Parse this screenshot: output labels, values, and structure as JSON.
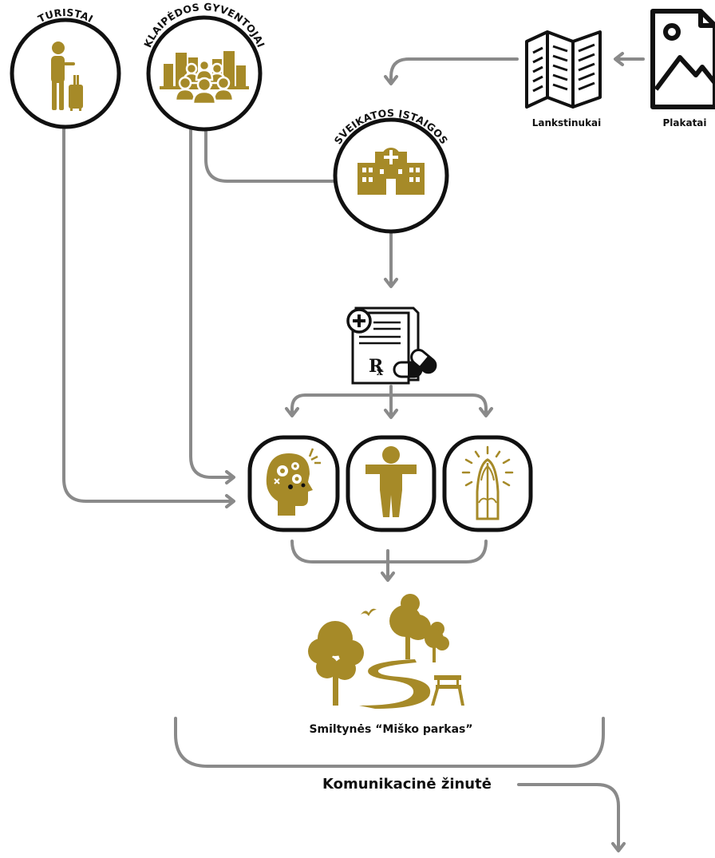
{
  "nodes": {
    "turistai": {
      "label": "TURISTAI",
      "icon": "tourist-luggage-icon"
    },
    "gyventojai": {
      "label": "KLAIPĖDOS GYVENTOJAI",
      "icon": "residents-city-icon"
    },
    "istaigos": {
      "label": "SVEIKATOS ĮSTAIGOS",
      "icon": "hospital-icon"
    },
    "lankstinukai": {
      "label": "Lankstinukai",
      "icon": "leaflet-icon"
    },
    "plakatai": {
      "label": "Plakatai",
      "icon": "poster-image-icon"
    },
    "prescription": {
      "icon": "prescription-icon"
    },
    "benefits": [
      {
        "icon": "mental-health-head-icon"
      },
      {
        "icon": "physical-body-icon"
      },
      {
        "icon": "spiritual-praying-hands-icon"
      }
    ],
    "park": {
      "label": "Smiltynės “Miško parkas”",
      "icon": "forest-park-icon"
    }
  },
  "message": "Komunikacinė žinutė",
  "colors": {
    "gold": "#a68a28",
    "arrow": "#8a8a8a",
    "outline": "#111111"
  }
}
